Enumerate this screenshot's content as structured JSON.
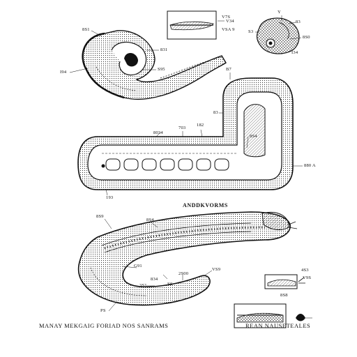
{
  "heading": "ANDDKVORMS",
  "footer": {
    "left": "MANAY   MEKGAIG FORIAD   NOS   SANRAMS",
    "right": "REAN   NAUSETEALES"
  },
  "labels": {
    "l_8s1": "8S1",
    "l_831": "831",
    "l_i94": "I94",
    "l_s95": "S95",
    "l_v7s": "V7S",
    "l_v34": "V34",
    "l_vsa9": "VSA 9",
    "l_y": "Y",
    "l_83": "83",
    "l_s3": "S3",
    "l_i34": "I34",
    "l_8s0": "8S0",
    "l_b7": "B7",
    "l_834": "8034",
    "l_703": "703",
    "l_182": "182",
    "l_8s4": "8S4",
    "l_880a": "880 A",
    "l_193": "193",
    "l_8s9": "8S9",
    "l_8s4b": "8S4",
    "l_v9s": "V9S",
    "l_g91": "G91",
    "l_834b": "834",
    "l_3s1": "3S1",
    "l_2s00": "2S00",
    "l_vs9": "VS9",
    "l_ps": "PS",
    "l_4s3": "4S3",
    "l_ss": "SS",
    "l_8s8": "8S8"
  }
}
